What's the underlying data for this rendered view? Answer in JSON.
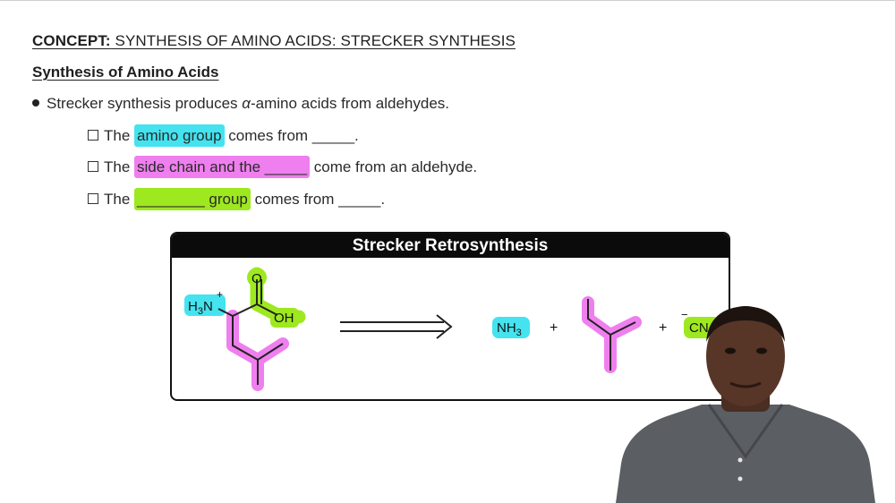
{
  "header": {
    "concept_label": "CONCEPT:",
    "concept_title": " SYNTHESIS OF AMINO ACIDS: STRECKER SYNTHESIS"
  },
  "section": {
    "subheading": "Synthesis of Amino Acids"
  },
  "bullet": {
    "pre": "Strecker synthesis produces ",
    "alpha": "α",
    "post": "-amino acids from aldehydes."
  },
  "items": [
    {
      "pre": "The ",
      "highlight": "amino group",
      "post": " comes from _____."
    },
    {
      "pre": "The ",
      "highlight": "side chain and the _____",
      "post": " come from an aldehyde."
    },
    {
      "pre": "The ",
      "highlight": "________ group",
      "post": " comes from _____."
    }
  ],
  "panel": {
    "title": "Strecker Retrosynthesis",
    "reactant": {
      "amine": "H",
      "amine_sub": "3",
      "amine_n": "N",
      "charge": "+",
      "carbonyl_o": "O",
      "hydroxyl": "OH"
    },
    "products": {
      "ammonia": "NH",
      "ammonia_sub": "3",
      "plus": "+",
      "cyanide_charge": "−",
      "cyanide": "CN"
    }
  },
  "colors": {
    "cyan": "#44e3ef",
    "pink": "#ef7fee",
    "green": "#9ee820",
    "panel_header": "#0b0b0b"
  }
}
